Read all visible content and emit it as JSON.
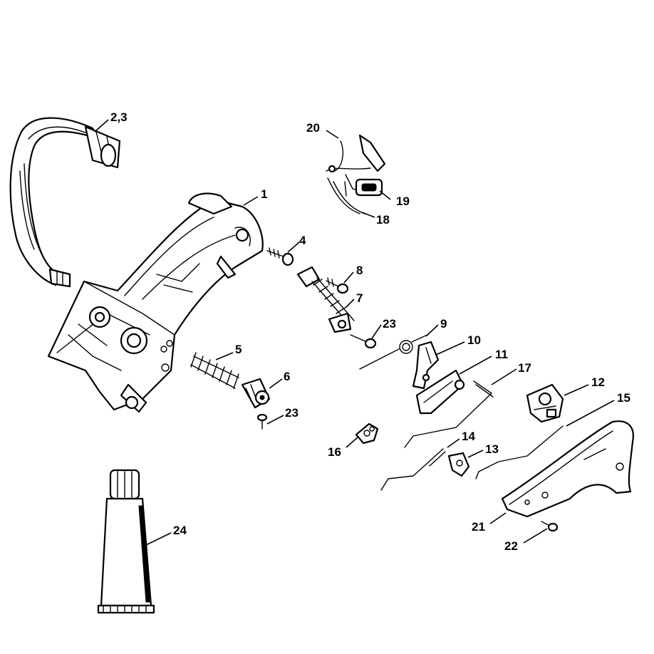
{
  "diagram": {
    "callouts": [
      {
        "id": "c-2-3",
        "text": "2,3"
      },
      {
        "id": "c-1",
        "text": "1"
      },
      {
        "id": "c-20",
        "text": "20"
      },
      {
        "id": "c-19",
        "text": "19"
      },
      {
        "id": "c-18",
        "text": "18"
      },
      {
        "id": "c-4",
        "text": "4"
      },
      {
        "id": "c-8",
        "text": "8"
      },
      {
        "id": "c-7",
        "text": "7"
      },
      {
        "id": "c-23a",
        "text": "23"
      },
      {
        "id": "c-9",
        "text": "9"
      },
      {
        "id": "c-10",
        "text": "10"
      },
      {
        "id": "c-11",
        "text": "11"
      },
      {
        "id": "c-17",
        "text": "17"
      },
      {
        "id": "c-5",
        "text": "5"
      },
      {
        "id": "c-6",
        "text": "6"
      },
      {
        "id": "c-23b",
        "text": "23"
      },
      {
        "id": "c-12",
        "text": "12"
      },
      {
        "id": "c-15",
        "text": "15"
      },
      {
        "id": "c-14",
        "text": "14"
      },
      {
        "id": "c-13",
        "text": "13"
      },
      {
        "id": "c-16",
        "text": "16"
      },
      {
        "id": "c-24",
        "text": "24"
      },
      {
        "id": "c-21",
        "text": "21"
      },
      {
        "id": "c-22",
        "text": "22"
      }
    ]
  }
}
